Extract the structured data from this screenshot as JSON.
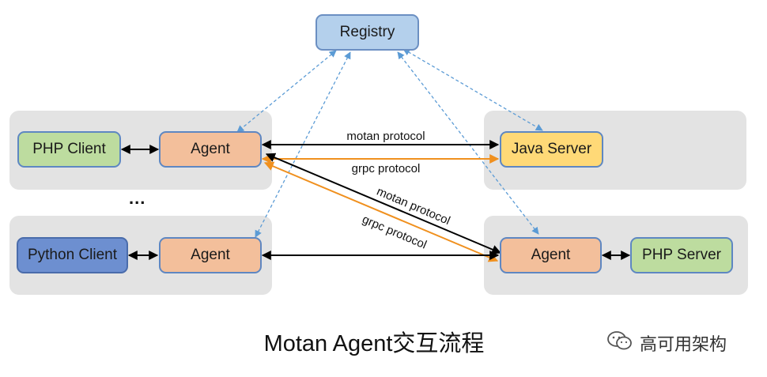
{
  "nodes": {
    "registry": "Registry",
    "php_client": "PHP Client",
    "agent_client_top": "Agent",
    "python_client": "Python Client",
    "agent_client_bottom": "Agent",
    "java_server": "Java Server",
    "agent_server": "Agent",
    "php_server": "PHP Server"
  },
  "edge_labels": {
    "motan_top": "motan protocol",
    "grpc_top": "grpc protocol",
    "motan_diag": "motan protocol",
    "grpc_diag": "grpc protocol"
  },
  "ellipsis": "...",
  "caption": "Motan Agent交互流程",
  "watermark": "高可用架构",
  "colors": {
    "black_edge": "#000000",
    "orange_edge": "#f0901e",
    "dashed_edge": "#5b9bd5"
  },
  "icons": [
    "wechat-icon"
  ]
}
